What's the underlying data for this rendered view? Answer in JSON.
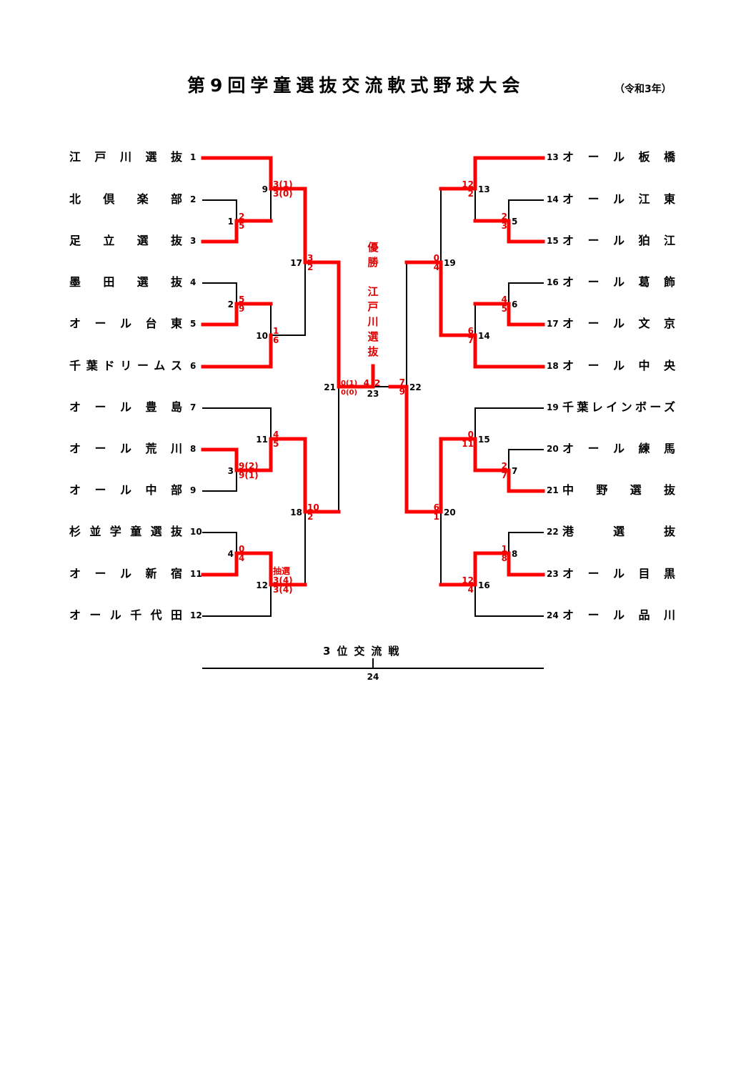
{
  "title": "第9回学童選抜交流軟式野球大会",
  "year": "（令和3年）",
  "colors": {
    "winner_line": "#ff0000",
    "score_text": "#e00000",
    "line": "#000000"
  },
  "champion": {
    "label": "優勝",
    "team": "江戸川選抜"
  },
  "teams_left": [
    {
      "no": "1",
      "name": "江戸川選抜"
    },
    {
      "no": "2",
      "name": "北倶楽部"
    },
    {
      "no": "3",
      "name": "足立選抜"
    },
    {
      "no": "4",
      "name": "墨田選抜"
    },
    {
      "no": "5",
      "name": "オール台東"
    },
    {
      "no": "6",
      "name": "千葉ドリームス"
    },
    {
      "no": "7",
      "name": "オール豊島"
    },
    {
      "no": "8",
      "name": "オール荒川"
    },
    {
      "no": "9",
      "name": "オール中部"
    },
    {
      "no": "10",
      "name": "杉並学童選抜"
    },
    {
      "no": "11",
      "name": "オール新宿"
    },
    {
      "no": "12",
      "name": "オール千代田"
    }
  ],
  "teams_right": [
    {
      "no": "13",
      "name": "オール板橋"
    },
    {
      "no": "14",
      "name": "オール江東"
    },
    {
      "no": "15",
      "name": "オール狛江"
    },
    {
      "no": "16",
      "name": "オール葛飾"
    },
    {
      "no": "17",
      "name": "オール文京"
    },
    {
      "no": "18",
      "name": "オール中央"
    },
    {
      "no": "19",
      "name": "千葉レインボーズ"
    },
    {
      "no": "20",
      "name": "オール練馬"
    },
    {
      "no": "21",
      "name": "中野選抜"
    },
    {
      "no": "22",
      "name": "港選抜"
    },
    {
      "no": "23",
      "name": "オール目黒"
    },
    {
      "no": "24",
      "name": "オール品川"
    }
  ],
  "matches": [
    {
      "no": "1",
      "top": "2",
      "bottom": "5"
    },
    {
      "no": "2",
      "top": "5",
      "bottom": "9"
    },
    {
      "no": "3",
      "top": "9(2)",
      "bottom": "9(1)"
    },
    {
      "no": "4",
      "top": "0",
      "bottom": "4"
    },
    {
      "no": "9",
      "top": "3(1)",
      "bottom": "3(0)"
    },
    {
      "no": "10",
      "top": "1",
      "bottom": "6"
    },
    {
      "no": "11",
      "top": "4",
      "bottom": "5"
    },
    {
      "no": "12",
      "top": "3(4)",
      "bottom": "3(4)",
      "note": "抽選"
    },
    {
      "no": "17",
      "top": "3",
      "bottom": "2"
    },
    {
      "no": "18",
      "top": "10",
      "bottom": "2"
    },
    {
      "no": "21",
      "top": "0(1)",
      "bottom": "0(0)"
    },
    {
      "no": "5",
      "top": "2",
      "bottom": "3"
    },
    {
      "no": "6",
      "top": "4",
      "bottom": "5"
    },
    {
      "no": "7",
      "top": "2",
      "bottom": "7"
    },
    {
      "no": "8",
      "top": "1",
      "bottom": "8"
    },
    {
      "no": "13",
      "top": "12",
      "bottom": "2"
    },
    {
      "no": "14",
      "top": "6",
      "bottom": "7"
    },
    {
      "no": "15",
      "top": "0",
      "bottom": "11"
    },
    {
      "no": "16",
      "top": "12",
      "bottom": "4"
    },
    {
      "no": "19",
      "top": "0",
      "bottom": "4"
    },
    {
      "no": "20",
      "top": "6",
      "bottom": "1"
    },
    {
      "no": "22",
      "top": "7",
      "bottom": "9"
    }
  ],
  "final": {
    "no": "23",
    "left_score": "4",
    "right_score": "2"
  },
  "third_place": {
    "label": "3位交流戦",
    "no": "24"
  }
}
